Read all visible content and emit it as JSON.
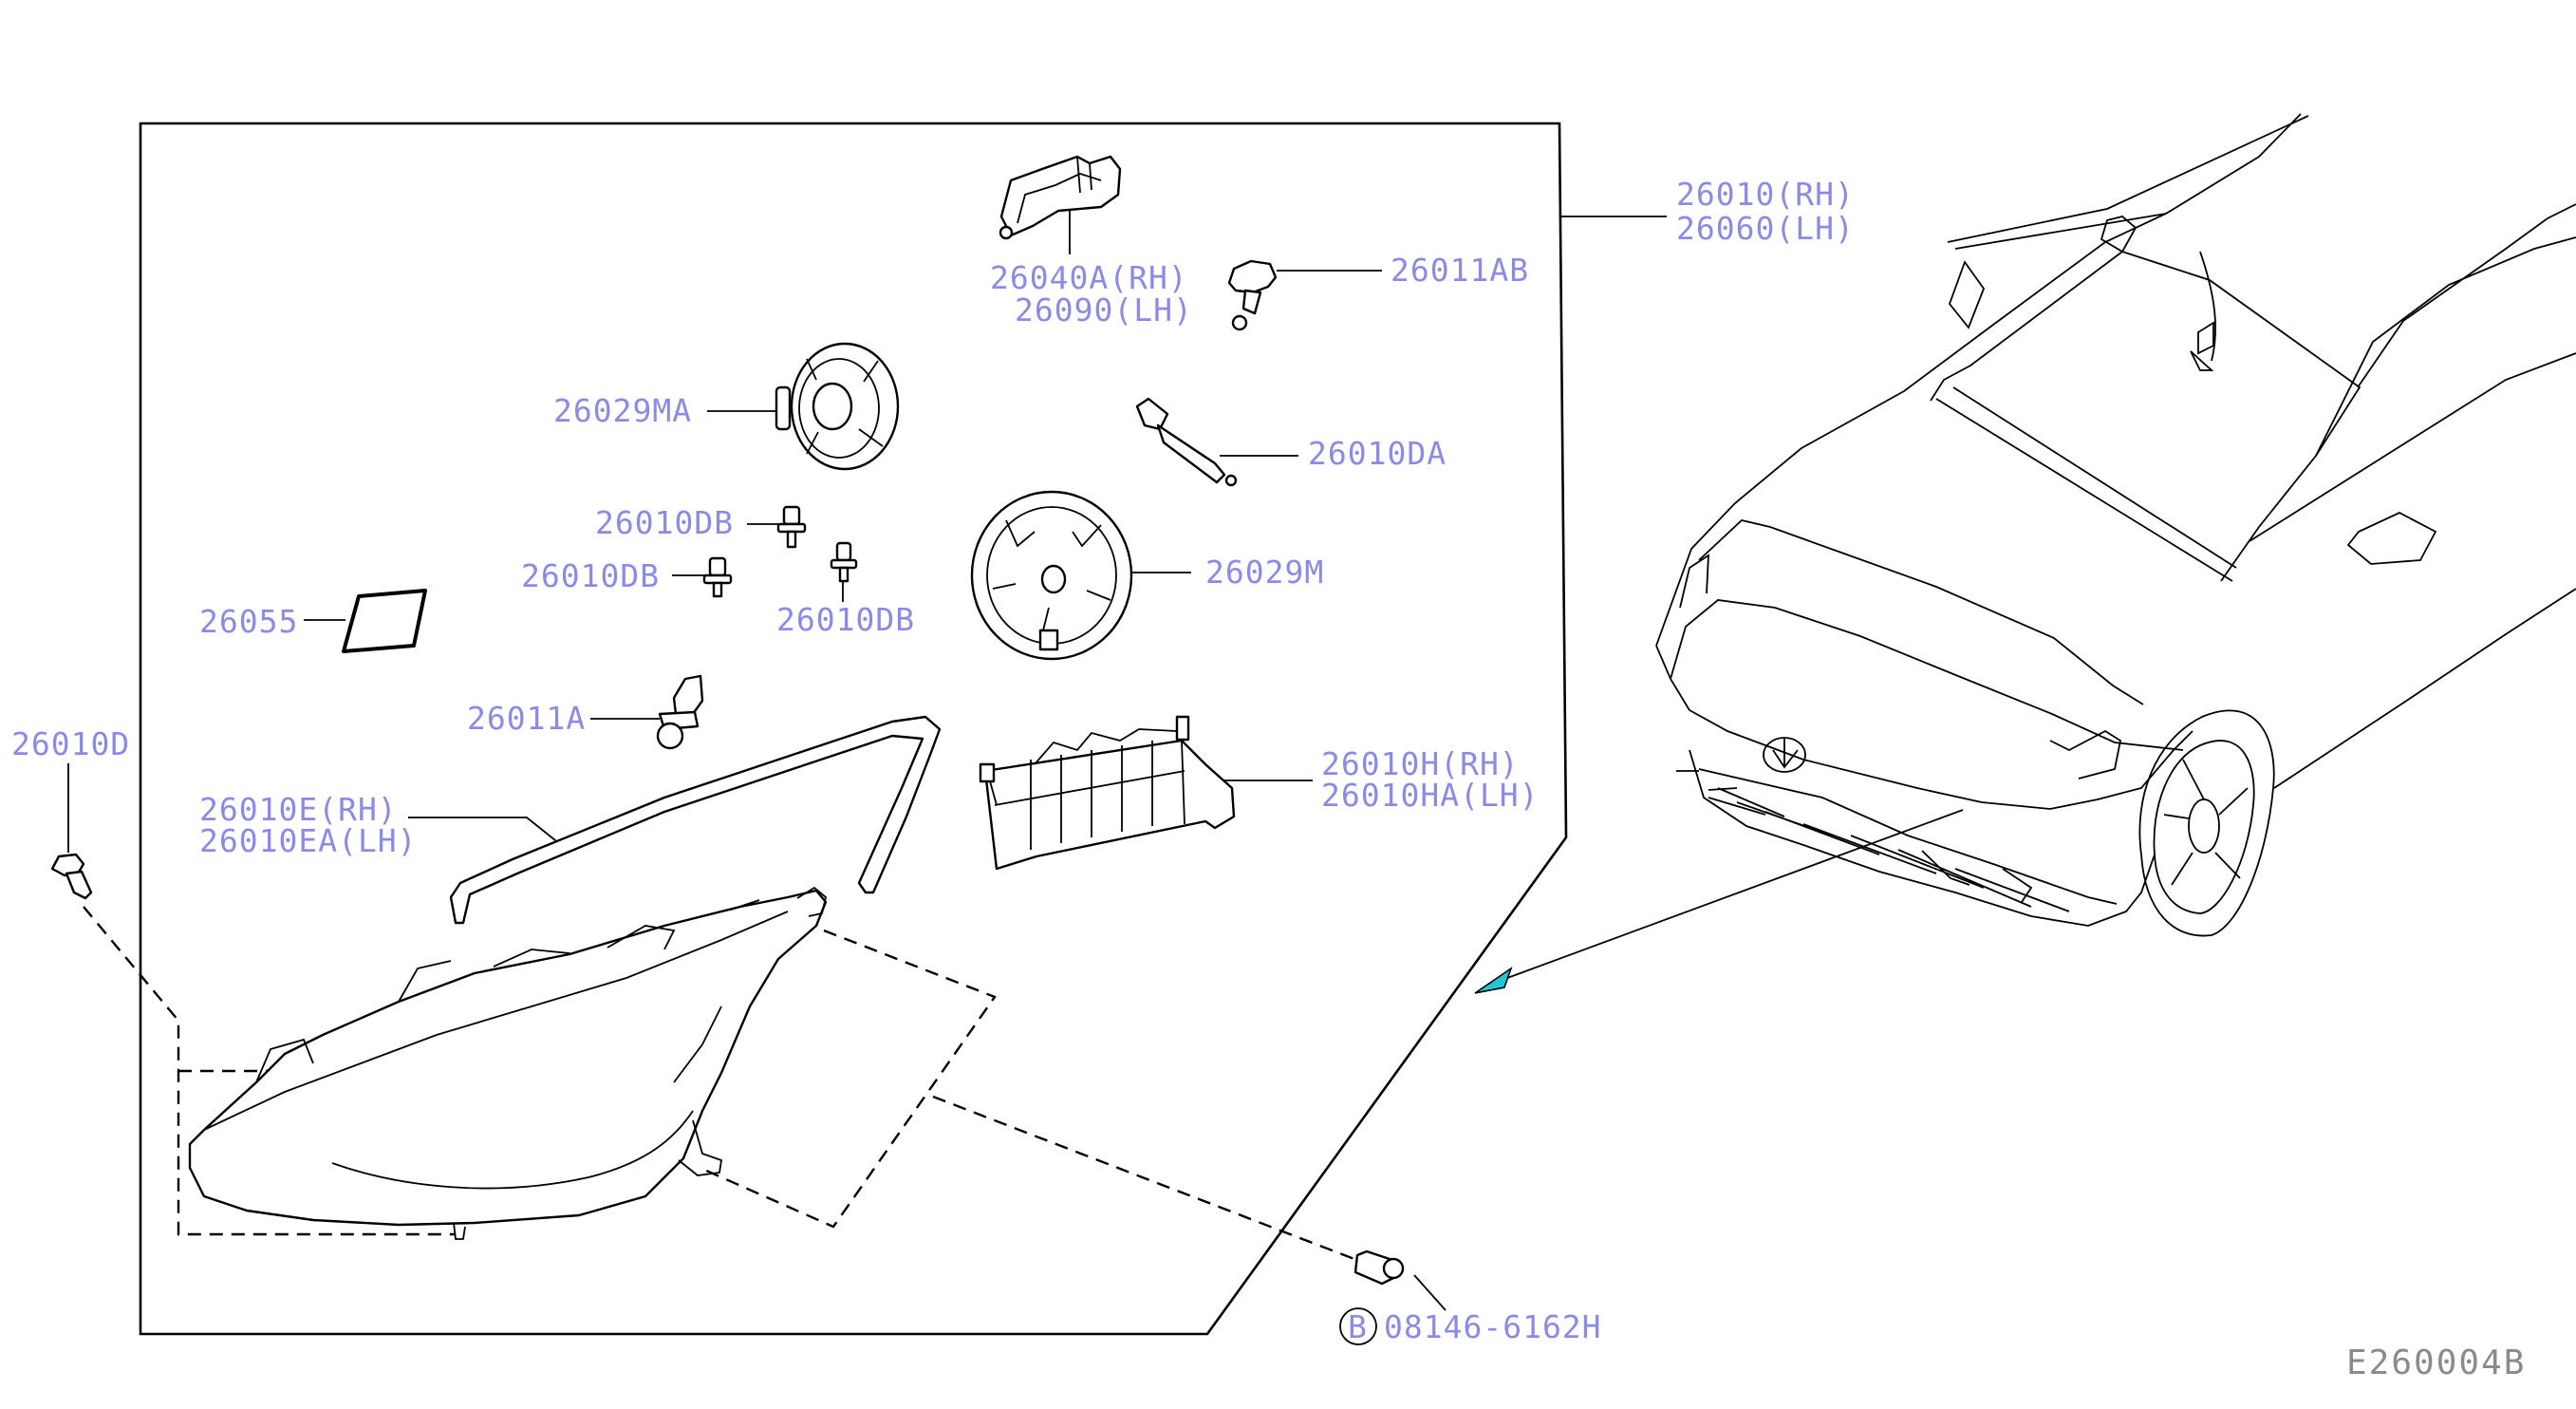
{
  "callouts": {
    "headlamp_rh": "26010(RH)",
    "headlamp_lh": "26060(LH)",
    "bracket_rh": "26040A(RH)",
    "bracket_lh": "26090(LH)",
    "bulb_26011AB": "26011AB",
    "cap_26029MA": "26029MA",
    "socket_26010DA": "26010DA",
    "screw_26010DB_a": "26010DB",
    "screw_26010DB_b": "26010DB",
    "screw_26010DB_c": "26010DB",
    "cap_26029M": "26029M",
    "label_26055": "26055",
    "bulb_26011A": "26011A",
    "clip_26010D": "26010D",
    "seal_rh": "26010E(RH)",
    "seal_lh": "26010EA(LH)",
    "module_rh": "26010H(RH)",
    "module_lh": "26010HA(LH)",
    "bolt_prefix": "B",
    "bolt_number": "08146-6162H"
  },
  "figure_code": "E260004B",
  "colors": {
    "callout_text": "#8b8be6",
    "code_text": "#8a8a8a",
    "line": "#000000",
    "arrow_accent": "#22c4d6"
  }
}
